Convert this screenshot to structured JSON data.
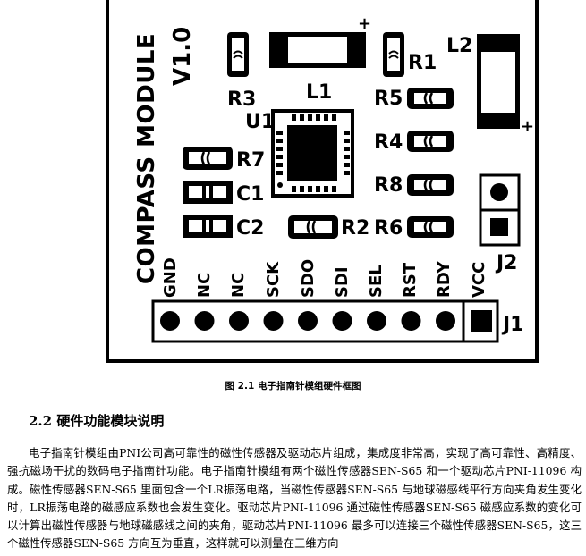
{
  "board": {
    "module_title": "COMPASS MODULE",
    "version": "V1.0",
    "components": {
      "u1": "U1",
      "l1": "L1",
      "l2": "L2",
      "r1": "R1",
      "r2": "R2",
      "r3": "R3",
      "r4": "R4",
      "r5": "R5",
      "r6": "R6",
      "r7": "R7",
      "r8": "R8",
      "c1": "C1",
      "c2": "C2",
      "j1": "J1",
      "j2": "J2"
    },
    "polarity_l1": "+",
    "polarity_l2": "+",
    "pins": [
      "GND",
      "NC",
      "NC",
      "SCK",
      "SDO",
      "SDI",
      "SEL",
      "RST",
      "RDY",
      "VCC"
    ]
  },
  "figure_caption": "图 2.1 电子指南针模组硬件框图",
  "section_heading": "2.2 硬件功能模块说明",
  "paragraph": "电子指南针模组由PNI公司高可靠性的磁性传感器及驱动芯片组成，集成度非常高，实现了高可靠性、高精度、强抗磁场干扰的数码电子指南针功能。电子指南针模组有两个磁性传感器SEN-S65 和一个驱动芯片PNI-11096 构成。磁性传感器SEN-S65 里面包含一个LR振荡电路，当磁性传感器SEN-S65 与地球磁感线平行方向夹角发生变化时，LR振荡电路的磁感应系数也会发生变化。驱动芯片PNI-11096 通过磁性传感器SEN-S65 磁感应系数的变化可以计算出磁性传感器与地球磁感线之间的夹角，驱动芯片PNI-11096 最多可以连接三个磁性传感器SEN-S65，这三个磁性传感器SEN-S65 方向互为垂直，这样就可以测量在三维方向"
}
